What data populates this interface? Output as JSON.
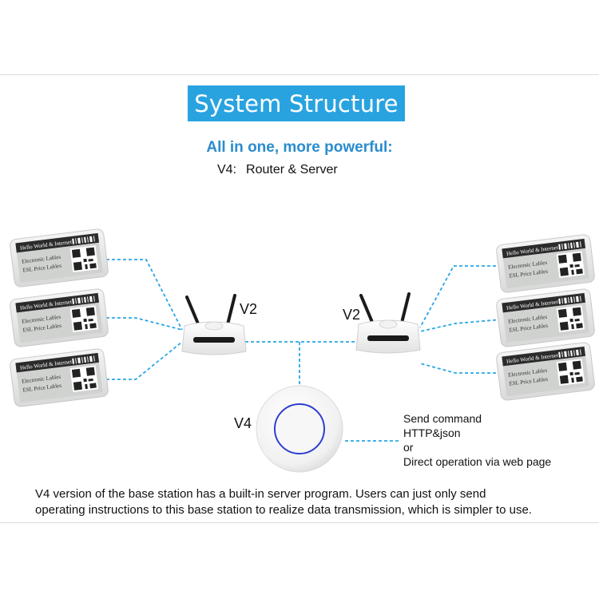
{
  "title": "System Structure",
  "subtitle": "All in one, more powerful:",
  "version_line": {
    "prefix": "V4:",
    "text": "Router & Server"
  },
  "labels": {
    "left_router": "V2",
    "right_router": "V2",
    "base_station": "V4"
  },
  "esl_tag": {
    "header": "Hello World & Internet",
    "line1": "Electronic Lables",
    "line2": "ESL Price Lables"
  },
  "send_block": {
    "line1": "Send command",
    "line2": "HTTP&json",
    "line3": "or",
    "line4": "Direct operation via web page"
  },
  "description": {
    "line1": "V4 version of the base station has a built-in server program. Users can just only send",
    "line2": "operating instructions to this base station to realize data transmission, which is simpler to use."
  },
  "colors": {
    "title_bg": "#29a3e0",
    "subtitle": "#2a8ccc",
    "connector": "#2ba6e6",
    "base_ring": "#2f3fcf"
  }
}
